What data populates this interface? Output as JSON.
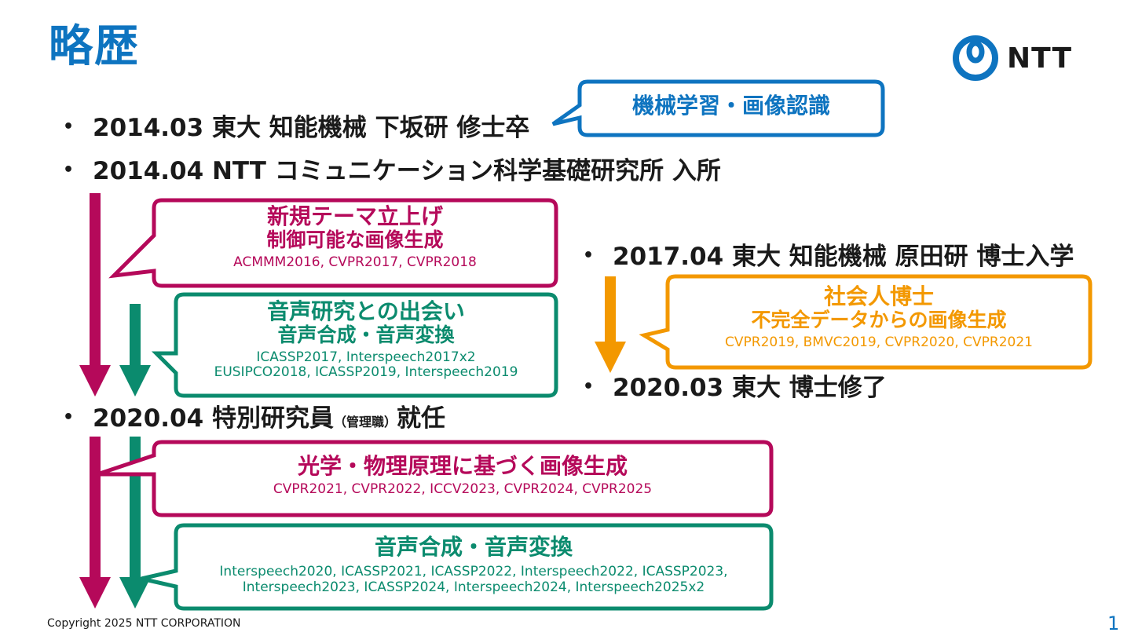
{
  "slide": {
    "title": "略歴",
    "logo_text": "NTT",
    "copyright": "Copyright 2025 NTT CORPORATION",
    "page_number": "1"
  },
  "bullets": [
    {
      "dot": "•",
      "text": "2014.03 東大 知能機械 下坂研 修士卒"
    },
    {
      "dot": "•",
      "text": "2014.04 NTT コミュニケーション科学基礎研究所 入所"
    },
    {
      "dot": "•",
      "text": "2017.04 東大 知能機械 原田研 博士入学"
    },
    {
      "dot": "•",
      "text": "2020.03 東大 博士修了"
    },
    {
      "dot": "•",
      "text_pre": "2020.04 特別研究員",
      "text_small": "（管理職）",
      "text_post": "就任"
    }
  ],
  "callouts": {
    "ml": {
      "label": "機械学習・画像認識"
    },
    "new_theme": {
      "title": "新規テーマ立上げ",
      "subtitle": "制御可能な画像生成",
      "refs": "ACMMM2016, CVPR2017, CVPR2018"
    },
    "speech_intro": {
      "title": "音声研究との出会い",
      "subtitle": "音声合成・音声変換",
      "refs1": "ICASSP2017, Interspeech2017x2",
      "refs2": "EUSIPCO2018, ICASSP2019, Interspeech2019"
    },
    "phd": {
      "title": "社会人博士",
      "subtitle": "不完全データからの画像生成",
      "refs": "CVPR2019, BMVC2019, CVPR2020, CVPR2021"
    },
    "optics": {
      "title": "光学・物理原理に基づく画像生成",
      "refs": "CVPR2021, CVPR2022, ICCV2023, CVPR2024, CVPR2025"
    },
    "speech2": {
      "title": "音声合成・音声変換",
      "refs1": "Interspeech2020, ICASSP2021, ICASSP2022, Interspeech2022, ICASSP2023,",
      "refs2": "Interspeech2023, ICASSP2024, Interspeech2024, Interspeech2025x2"
    }
  },
  "colors": {
    "blue": "#0e74c0",
    "magenta": "#b5095a",
    "green": "#0b8b6e",
    "orange": "#f39800"
  }
}
